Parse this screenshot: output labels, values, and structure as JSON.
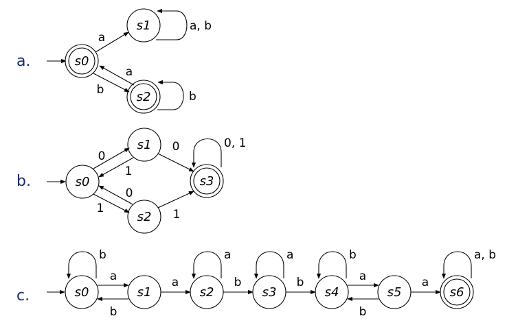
{
  "parts": [
    {
      "label": "a.",
      "states": [
        {
          "id": "s0",
          "name": "s0",
          "final": true,
          "start": true
        },
        {
          "id": "s1",
          "name": "s1",
          "final": false
        },
        {
          "id": "s2",
          "name": "s2",
          "final": true
        }
      ],
      "transitions": [
        {
          "from": "s0",
          "to": "s1",
          "label": "a"
        },
        {
          "from": "s0",
          "to": "s2",
          "label": "b"
        },
        {
          "from": "s2",
          "to": "s0",
          "label": "a"
        },
        {
          "from": "s1",
          "to": "s1",
          "label": "a, b"
        },
        {
          "from": "s2",
          "to": "s2",
          "label": "b"
        }
      ]
    },
    {
      "label": "b.",
      "states": [
        {
          "id": "s0",
          "name": "s0",
          "final": false,
          "start": true
        },
        {
          "id": "s1",
          "name": "s1",
          "final": false
        },
        {
          "id": "s2",
          "name": "s2",
          "final": false
        },
        {
          "id": "s3",
          "name": "s3",
          "final": true
        }
      ],
      "transitions": [
        {
          "from": "s0",
          "to": "s1",
          "label": "0"
        },
        {
          "from": "s1",
          "to": "s0",
          "label": "1"
        },
        {
          "from": "s2",
          "to": "s0",
          "label": "0"
        },
        {
          "from": "s0",
          "to": "s2",
          "label": "1"
        },
        {
          "from": "s1",
          "to": "s3",
          "label": "0"
        },
        {
          "from": "s2",
          "to": "s3",
          "label": "1"
        },
        {
          "from": "s3",
          "to": "s3",
          "label": "0, 1"
        }
      ]
    },
    {
      "label": "c.",
      "states": [
        {
          "id": "s0",
          "name": "s0",
          "final": false,
          "start": true
        },
        {
          "id": "s1",
          "name": "s1",
          "final": false
        },
        {
          "id": "s2",
          "name": "s2",
          "final": false
        },
        {
          "id": "s3",
          "name": "s3",
          "final": false
        },
        {
          "id": "s4",
          "name": "s4",
          "final": false
        },
        {
          "id": "s5",
          "name": "s5",
          "final": false
        },
        {
          "id": "s6",
          "name": "s6",
          "final": true
        }
      ],
      "transitions": [
        {
          "from": "s0",
          "to": "s0",
          "label": "b"
        },
        {
          "from": "s0",
          "to": "s1",
          "label": "a"
        },
        {
          "from": "s1",
          "to": "s0",
          "label": "b"
        },
        {
          "from": "s1",
          "to": "s2",
          "label": "a"
        },
        {
          "from": "s2",
          "to": "s2",
          "label": "a"
        },
        {
          "from": "s2",
          "to": "s3",
          "label": "b"
        },
        {
          "from": "s3",
          "to": "s3",
          "label": "a"
        },
        {
          "from": "s3",
          "to": "s4",
          "label": "b"
        },
        {
          "from": "s4",
          "to": "s4",
          "label": "b"
        },
        {
          "from": "s4",
          "to": "s5",
          "label": "a"
        },
        {
          "from": "s5",
          "to": "s4",
          "label": "b"
        },
        {
          "from": "s5",
          "to": "s6",
          "label": "a"
        },
        {
          "from": "s6",
          "to": "s6",
          "label": "a, b"
        }
      ]
    }
  ]
}
